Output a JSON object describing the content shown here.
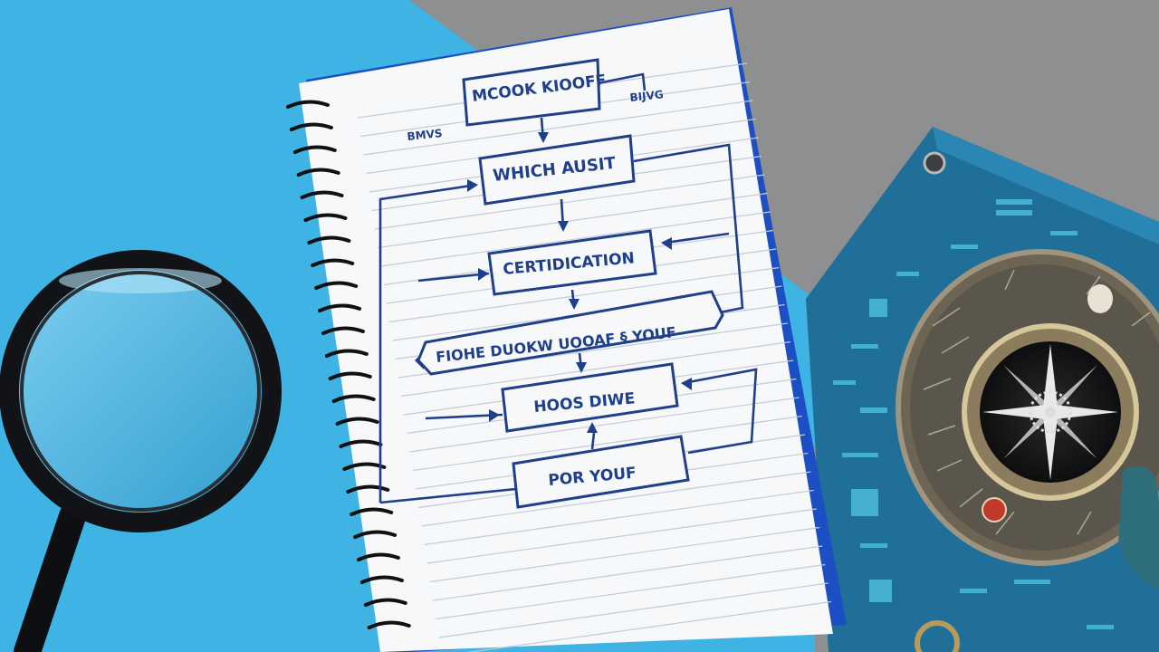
{
  "scene": {
    "colors": {
      "blue_surface": "#3fb4e4",
      "gray_surface": "#8d8f91",
      "notebook_paper": "#f7f8fa",
      "notebook_edge": "#1d4fc4",
      "ink": "#1f3f8a",
      "circuit_board": "#1f6f98"
    },
    "objects": [
      "magnifying-glass",
      "spiral-notebook",
      "circuit-board",
      "compass"
    ]
  },
  "flowchart": {
    "boxes": [
      {
        "label": "MCOOK KIOOFF"
      },
      {
        "label": "WHICH AUSIT"
      },
      {
        "label": "CERTIDICATION"
      },
      {
        "label": "FIOHE DUOKW UOOAF § YOUF"
      },
      {
        "label": "HOOS DIWE"
      },
      {
        "label": "POR YOUF"
      }
    ],
    "side_labels": [
      {
        "text": "BMVS"
      },
      {
        "text": "BIJVG"
      }
    ]
  }
}
